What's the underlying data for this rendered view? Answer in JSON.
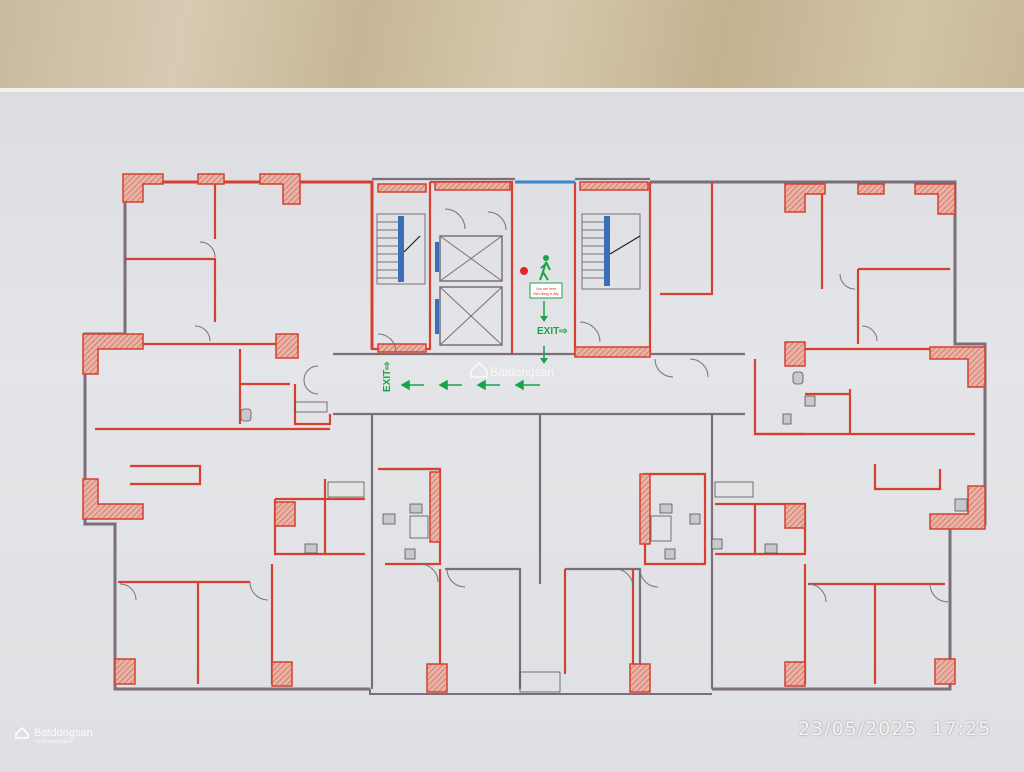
{
  "plan": {
    "exit_sign_vertical": "EXIT⇨",
    "exit_sign_horizontal": "EXIT⇨",
    "you_are_here_text": "Bạn đang ở đây",
    "you_are_here_en": "You are here"
  },
  "watermark": {
    "brand": "Batdongsan",
    "sub": "by PropertyGuru",
    "center_brand": "Batdongsan"
  },
  "photo": {
    "timestamp": "23/05/2025  17:25"
  },
  "colors": {
    "wall_red": "#d6402f",
    "wall_grey": "#7a6f7a",
    "exit_green": "#19a34a",
    "board": "#e1e2e5",
    "marble": "#cdbd9f"
  }
}
